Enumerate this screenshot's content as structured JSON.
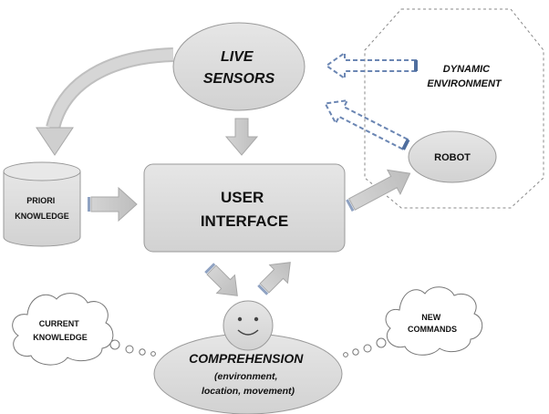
{
  "nodes": {
    "live_sensors": [
      "LIVE",
      "SENSORS"
    ],
    "dynamic_environment": [
      "DYNAMIC",
      "ENVIRONMENT"
    ],
    "robot": "ROBOT",
    "priori_knowledge": [
      "PRIORI",
      "KNOWLEDGE"
    ],
    "user_interface": [
      "USER",
      "INTERFACE"
    ],
    "current_knowledge": [
      "CURRENT",
      "KNOWLEDGE"
    ],
    "new_commands": [
      "NEW",
      "COMMANDS"
    ],
    "comprehension": [
      "COMPREHENSION",
      "(environment,",
      "location, movement)"
    ]
  },
  "colors": {
    "shape_fill": "#d9d9d9",
    "shape_stroke": "#9a9a9a",
    "arrow_fill": "#c8c8c8",
    "dashed_arrow_stroke": "#6b86b3",
    "octagon_stroke": "#888888"
  }
}
